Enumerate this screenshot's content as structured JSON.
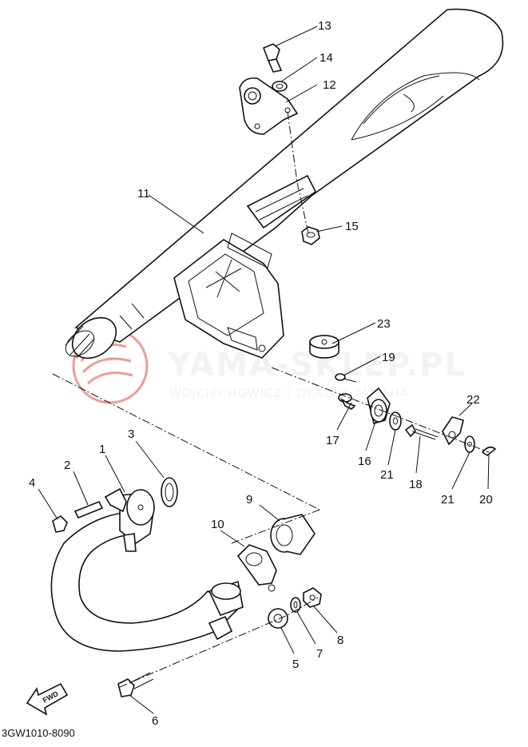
{
  "diagram": {
    "part_numbers": [
      "1",
      "2",
      "3",
      "4",
      "5",
      "6",
      "7",
      "8",
      "9",
      "10",
      "11",
      "12",
      "13",
      "14",
      "15",
      "16",
      "17",
      "18",
      "19",
      "20",
      "21",
      "21",
      "22",
      "23"
    ],
    "catalog_code": "3GW1010-8090",
    "fwd_label": "FWD",
    "watermark": {
      "title": "YAMA-SKLEP.PL",
      "subtitle": "WOJCIECHOWICZ | DEALER YAMAHA",
      "color": "#e8483c"
    }
  }
}
